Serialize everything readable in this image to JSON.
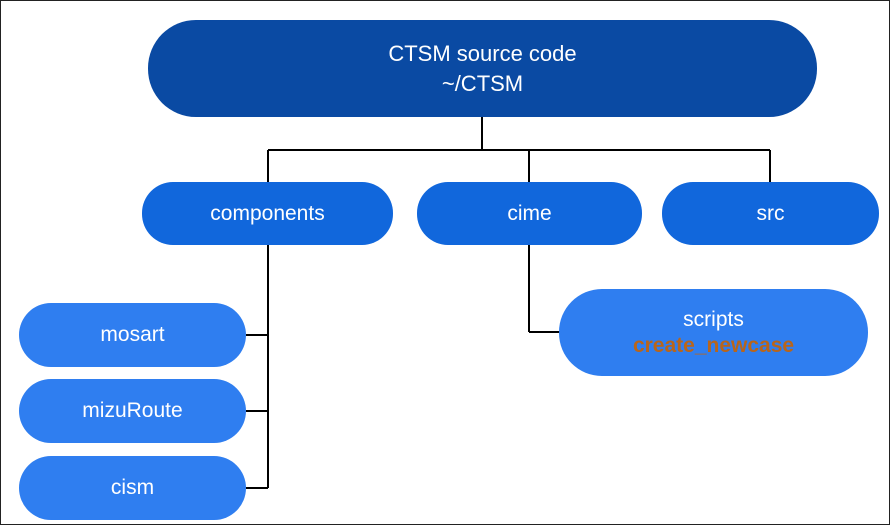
{
  "root": {
    "title": "CTSM source code",
    "path": "~/CTSM"
  },
  "children": {
    "components": "components",
    "cime": "cime",
    "src": "src"
  },
  "components_children": {
    "mosart": "mosart",
    "mizuroute": "mizuRoute",
    "cism": "cism"
  },
  "cime_children": {
    "scripts": {
      "label": "scripts",
      "command": "create_newcase"
    }
  },
  "colors": {
    "root": "#0a4aa3",
    "level1": "#1167dc",
    "level2": "#2f7ef0",
    "command_text": "#b8651b",
    "connector": "#000000"
  }
}
